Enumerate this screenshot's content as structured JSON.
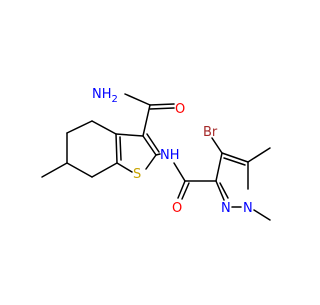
{
  "molecule": {
    "atom_labels": {
      "amide_n": "NH",
      "amide_n_sub": "2",
      "amide_o": "O",
      "thiophene_s": "S",
      "link_nh": "NH",
      "carbonyl_o": "O",
      "bromine": "Br",
      "pyrazole_n2": "N",
      "pyrazole_n1": "N"
    },
    "colors": {
      "bond": "#000000",
      "nitrogen": "#0000ff",
      "oxygen": "#ff0000",
      "sulfur": "#c8a400",
      "bromine": "#a52a2a"
    }
  }
}
